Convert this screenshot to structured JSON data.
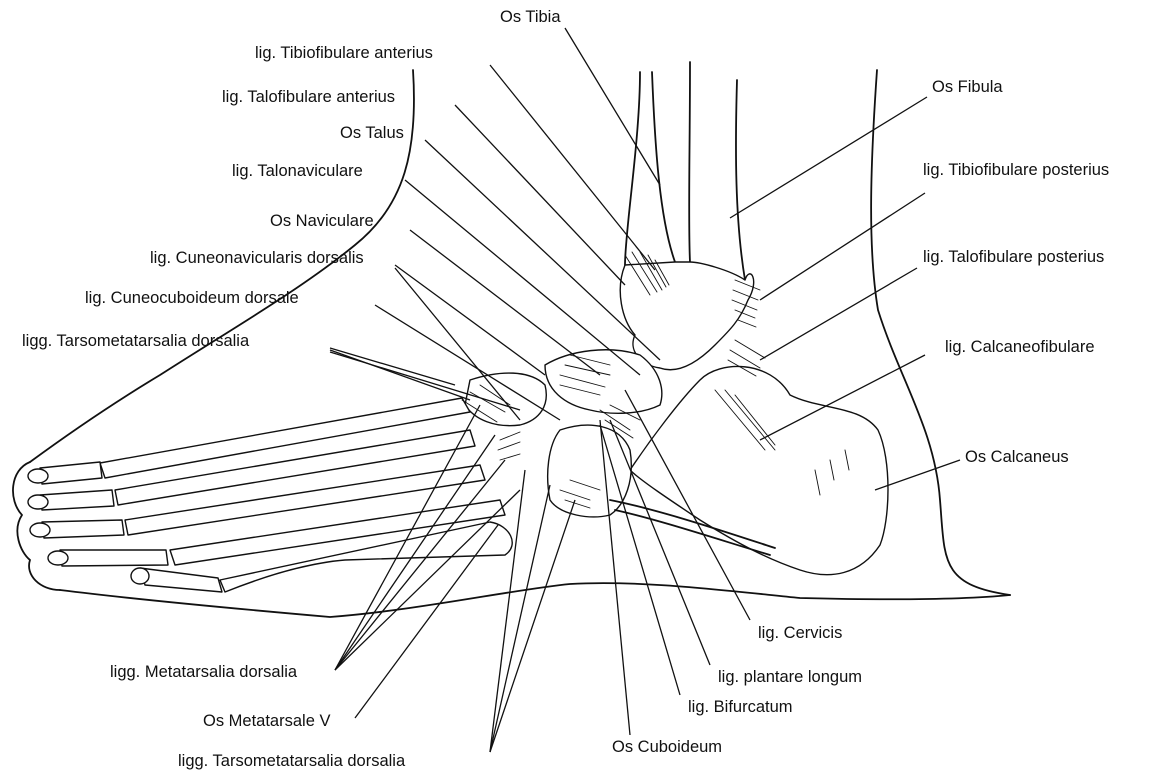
{
  "labels": {
    "os_tibia": "Os Tibia",
    "lig_tibiofibulare_anterius": "lig. Tibiofibulare anterius",
    "lig_talofibulare_anterius": "lig. Talofibulare anterius",
    "os_talus": "Os Talus",
    "lig_talonaviculare": "lig. Talonaviculare",
    "os_naviculare": "Os Naviculare",
    "lig_cuneonavicularis_dorsalis": "lig. Cuneonavicularis dorsalis",
    "lig_cuneocuboideum_dorsale": "lig. Cuneocuboideum dorsale",
    "ligg_tarsometatarsalia_dorsalia_top": "ligg. Tarsometatarsalia dorsalia",
    "os_fibula": "Os Fibula",
    "lig_tibiofibulare_posterius": "lig. Tibiofibulare posterius",
    "lig_talofibulare_posterius": "lig. Talofibulare posterius",
    "lig_calcaneofibulare": "lig. Calcaneofibulare",
    "os_calcaneus": "Os Calcaneus",
    "lig_cervicis": "lig. Cervicis",
    "lig_plantare_longum": "lig. plantare longum",
    "lig_bifurcatum": "lig. Bifurcatum",
    "os_cuboideum": "Os Cuboideum",
    "ligg_metatarsalia_dorsalia": "ligg. Metatarsalia dorsalia",
    "os_metatarsale_v": "Os Metatarsale V",
    "ligg_tarsometatarsalia_dorsalia_bottom": "ligg. Tarsometatarsalia dorsalia"
  }
}
